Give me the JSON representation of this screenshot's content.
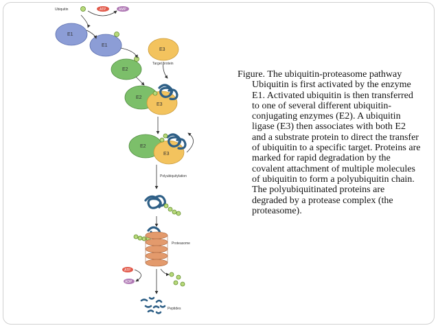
{
  "diagram": {
    "labels": {
      "ubiquitin": "Ubiquitin",
      "atp": "ATP",
      "amp": "AMP",
      "e1_a": "E1",
      "e1_b": "E1",
      "e3_a": "E3",
      "e2_a": "E2",
      "target_protein": "Target protein",
      "e2_b": "E2",
      "e3_b": "E3",
      "e2_c": "E2",
      "e3_c": "E3",
      "polyubiquitylation": "Polyubiquitylation",
      "proteasome": "Proteasome",
      "atp_b": "ATP",
      "adp": "ADP",
      "peptides": "Peptides"
    },
    "colors": {
      "e1": "#8c9dd6",
      "e2": "#7cbf6a",
      "e3": "#f3c35e",
      "ubiquitin": "#b7d97a",
      "atp": "#e25a4b",
      "amp": "#b07ab5",
      "protein": "#2e5f86",
      "proteasome": "#e39a6c"
    }
  },
  "caption": {
    "text": "Figure.  The ubiquitin-proteasome pathway Ubiquitin is first activated by the enzyme E1. Activated ubiquitin is then transferred to one of several different ubiquitin-conjugating enzymes (E2). A ubiquitin ligase (E3) then associates with both E2 and a substrate protein to direct the transfer of ubiquitin to a specific target. Proteins are marked for rapid degradation by the covalent attachment of multiple molecules of ubiquitin to form a polyubiquitin chain. The polyubiquitinated proteins are degraded by a protease complex (the proteasome)."
  }
}
